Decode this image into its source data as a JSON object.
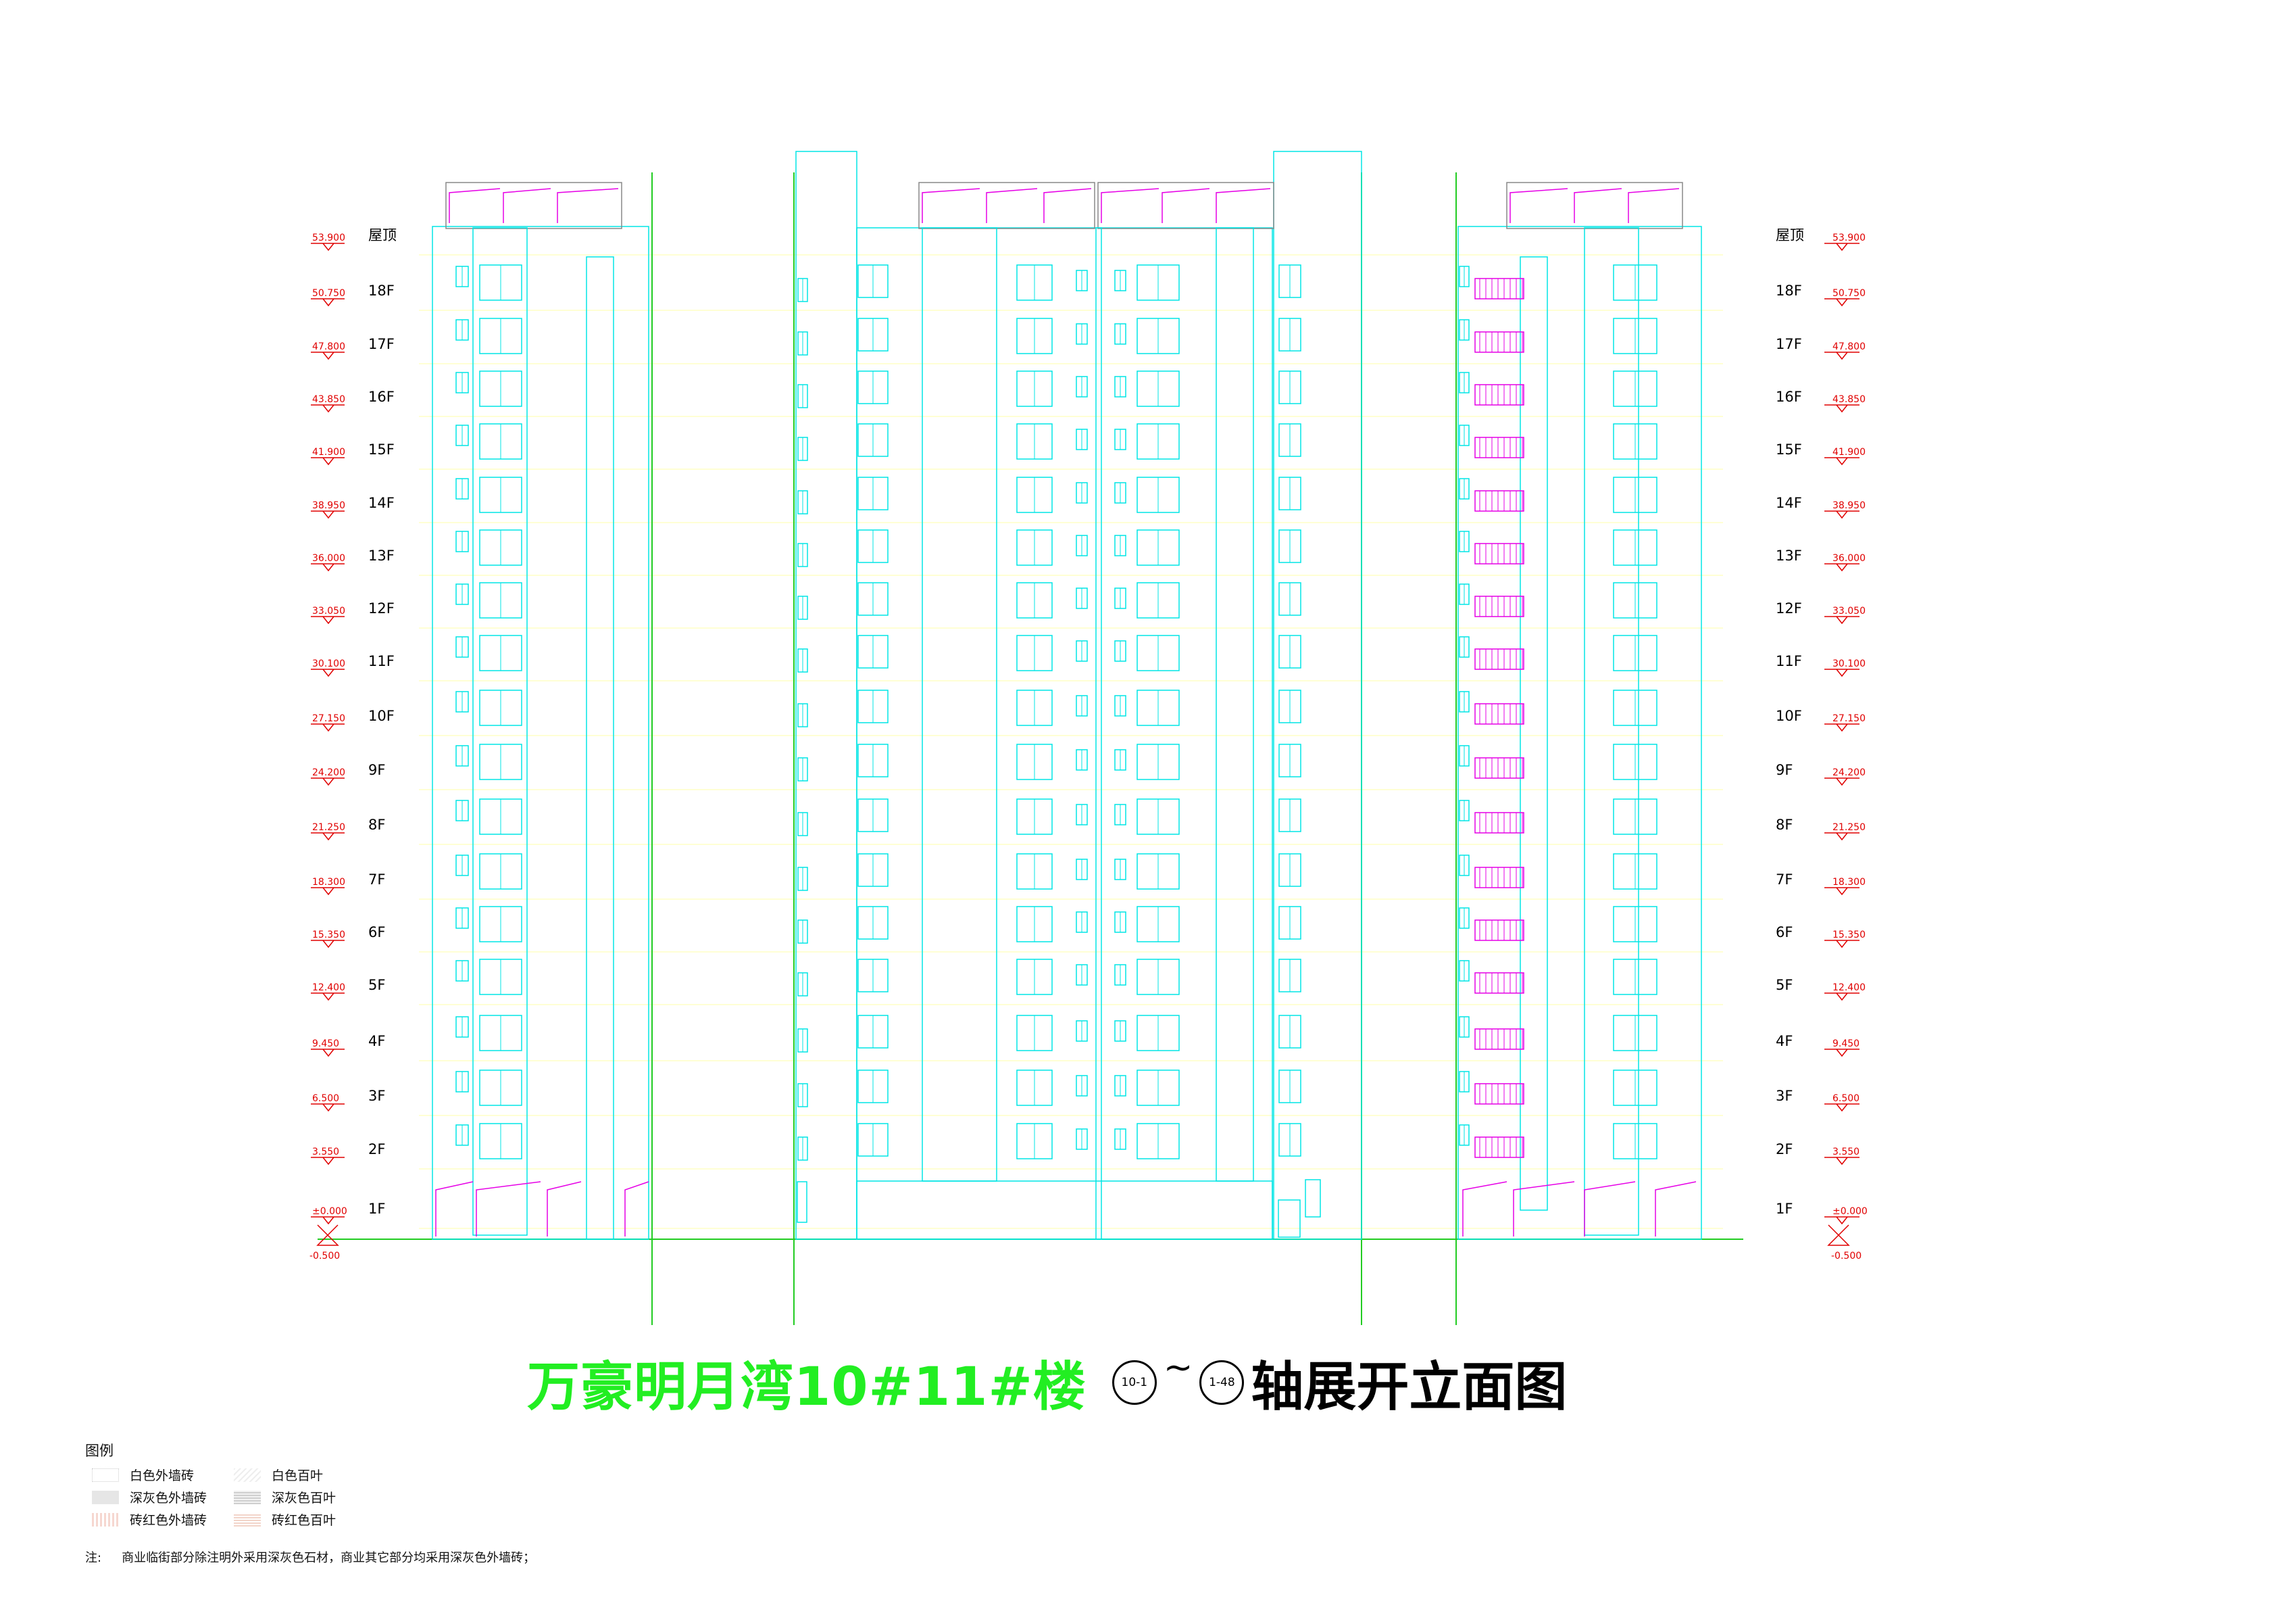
{
  "title": {
    "main": "万豪明月湾10#11#楼",
    "axis_start": "10-1",
    "tilde": "~",
    "axis_end": "1-48",
    "rest": "轴展开立面图"
  },
  "colors": {
    "outline": "#00e5e5",
    "grid_line": "#22cc22",
    "elevation_mark": "#e00000",
    "railing": "#e600e6",
    "title": "#22ee22",
    "level_line": "#ffffaa"
  },
  "floors": [
    {
      "label": "屋顶",
      "elevation": "53.900"
    },
    {
      "label": "18F",
      "elevation": "50.750"
    },
    {
      "label": "17F",
      "elevation": "47.800"
    },
    {
      "label": "16F",
      "elevation": "43.850"
    },
    {
      "label": "15F",
      "elevation": "41.900"
    },
    {
      "label": "14F",
      "elevation": "38.950"
    },
    {
      "label": "13F",
      "elevation": "36.000"
    },
    {
      "label": "12F",
      "elevation": "33.050"
    },
    {
      "label": "11F",
      "elevation": "30.100"
    },
    {
      "label": "10F",
      "elevation": "27.150"
    },
    {
      "label": "9F",
      "elevation": "24.200"
    },
    {
      "label": "8F",
      "elevation": "21.250"
    },
    {
      "label": "7F",
      "elevation": "18.300"
    },
    {
      "label": "6F",
      "elevation": "15.350"
    },
    {
      "label": "5F",
      "elevation": "12.400"
    },
    {
      "label": "4F",
      "elevation": "9.450"
    },
    {
      "label": "3F",
      "elevation": "6.500"
    },
    {
      "label": "2F",
      "elevation": "3.550"
    },
    {
      "label": "1F",
      "elevation": "±0.000"
    }
  ],
  "ground_below": "-0.500",
  "legend": {
    "title": "图例",
    "items": [
      {
        "label": "白色外墙砖",
        "swatch": "white"
      },
      {
        "label": "白色百叶",
        "swatch": "white-louver"
      },
      {
        "label": "深灰色外墙砖",
        "swatch": "gray"
      },
      {
        "label": "深灰色百叶",
        "swatch": "gray-louver"
      },
      {
        "label": "砖红色外墙砖",
        "swatch": "brick"
      },
      {
        "label": "砖红色百叶",
        "swatch": "brick-louver"
      }
    ]
  },
  "note": {
    "label": "注:",
    "text": "商业临街部分除注明外采用深灰色石材，商业其它部分均采用深灰色外墙砖；"
  }
}
